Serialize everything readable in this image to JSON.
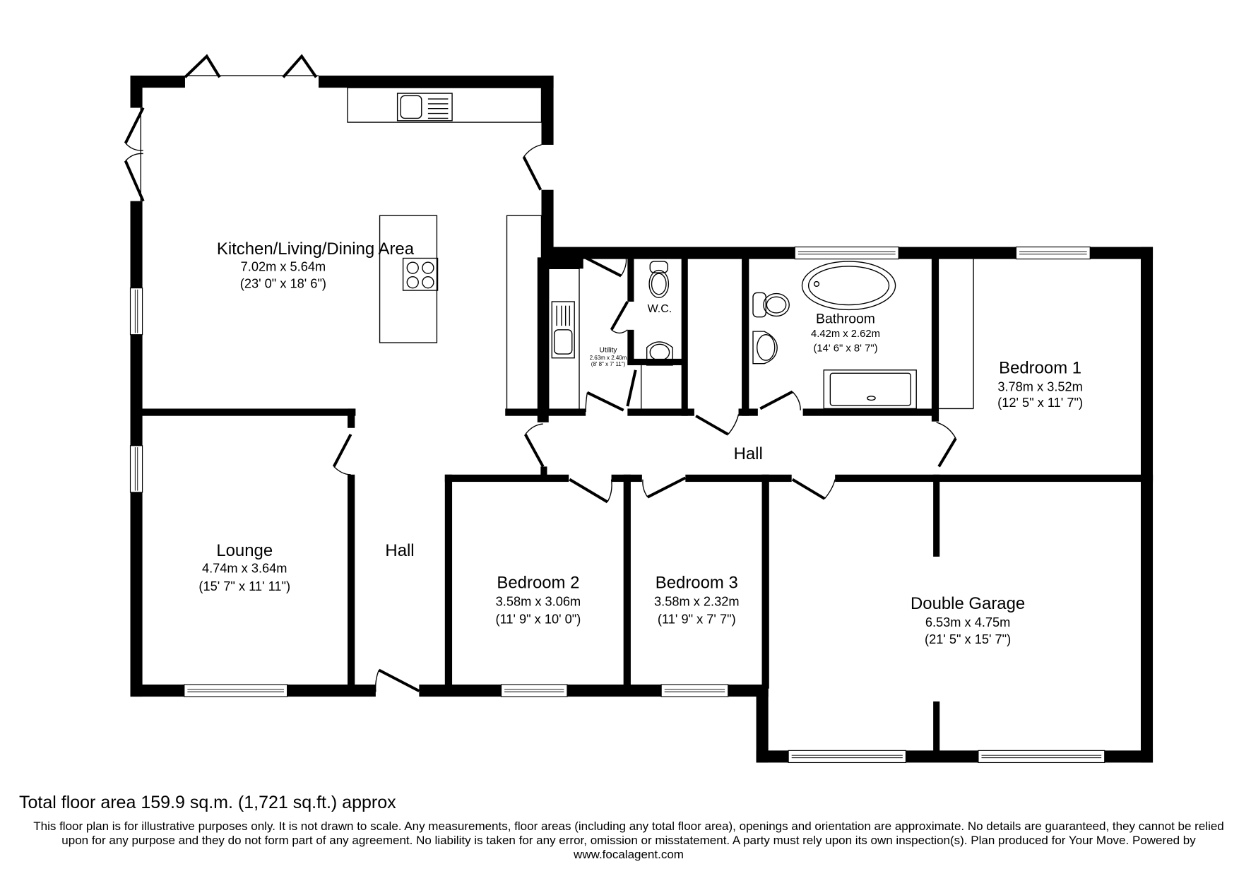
{
  "rooms": {
    "kitchen": {
      "name": "Kitchen/Living/Dining Area",
      "metric": "7.02m x 5.64m",
      "imperial": "(23' 0\" x 18' 6\")"
    },
    "utility": {
      "name": "Utility",
      "metric": "2.63m x 2.40m",
      "imperial": "(8' 8\" x 7' 11\")"
    },
    "wc": {
      "name": "W.C."
    },
    "bathroom": {
      "name": "Bathroom",
      "metric": "4.42m x 2.62m",
      "imperial": "(14' 6\" x 8' 7\")"
    },
    "bedroom1": {
      "name": "Bedroom 1",
      "metric": "3.78m x 3.52m",
      "imperial": "(12' 5\" x 11' 7\")"
    },
    "hall_east": {
      "name": "Hall"
    },
    "hall_west": {
      "name": "Hall"
    },
    "lounge": {
      "name": "Lounge",
      "metric": "4.74m x 3.64m",
      "imperial": "(15' 7\" x 11' 11\")"
    },
    "bedroom2": {
      "name": "Bedroom 2",
      "metric": "3.58m x 3.06m",
      "imperial": "(11' 9\" x 10' 0\")"
    },
    "bedroom3": {
      "name": "Bedroom 3",
      "metric": "3.58m x 2.32m",
      "imperial": "(11' 9\" x 7' 7\")"
    },
    "garage": {
      "name": "Double Garage",
      "metric": "6.53m x 4.75m",
      "imperial": "(21' 5\" x 15' 7\")"
    }
  },
  "footer": {
    "total_area": "Total floor area 159.9 sq.m. (1,721 sq.ft.) approx",
    "disclaimer": "This floor plan is for illustrative purposes only. It is not drawn to scale. Any measurements, floor areas (including any total floor area), openings and orientation are approximate. No details are guaranteed, they cannot be relied upon for any purpose and they do not form part of any agreement. No liability is taken for any error, omission or misstatement. A party must rely upon its own inspection(s).  Plan produced for Your Move. Powered by www.focalagent.com"
  }
}
